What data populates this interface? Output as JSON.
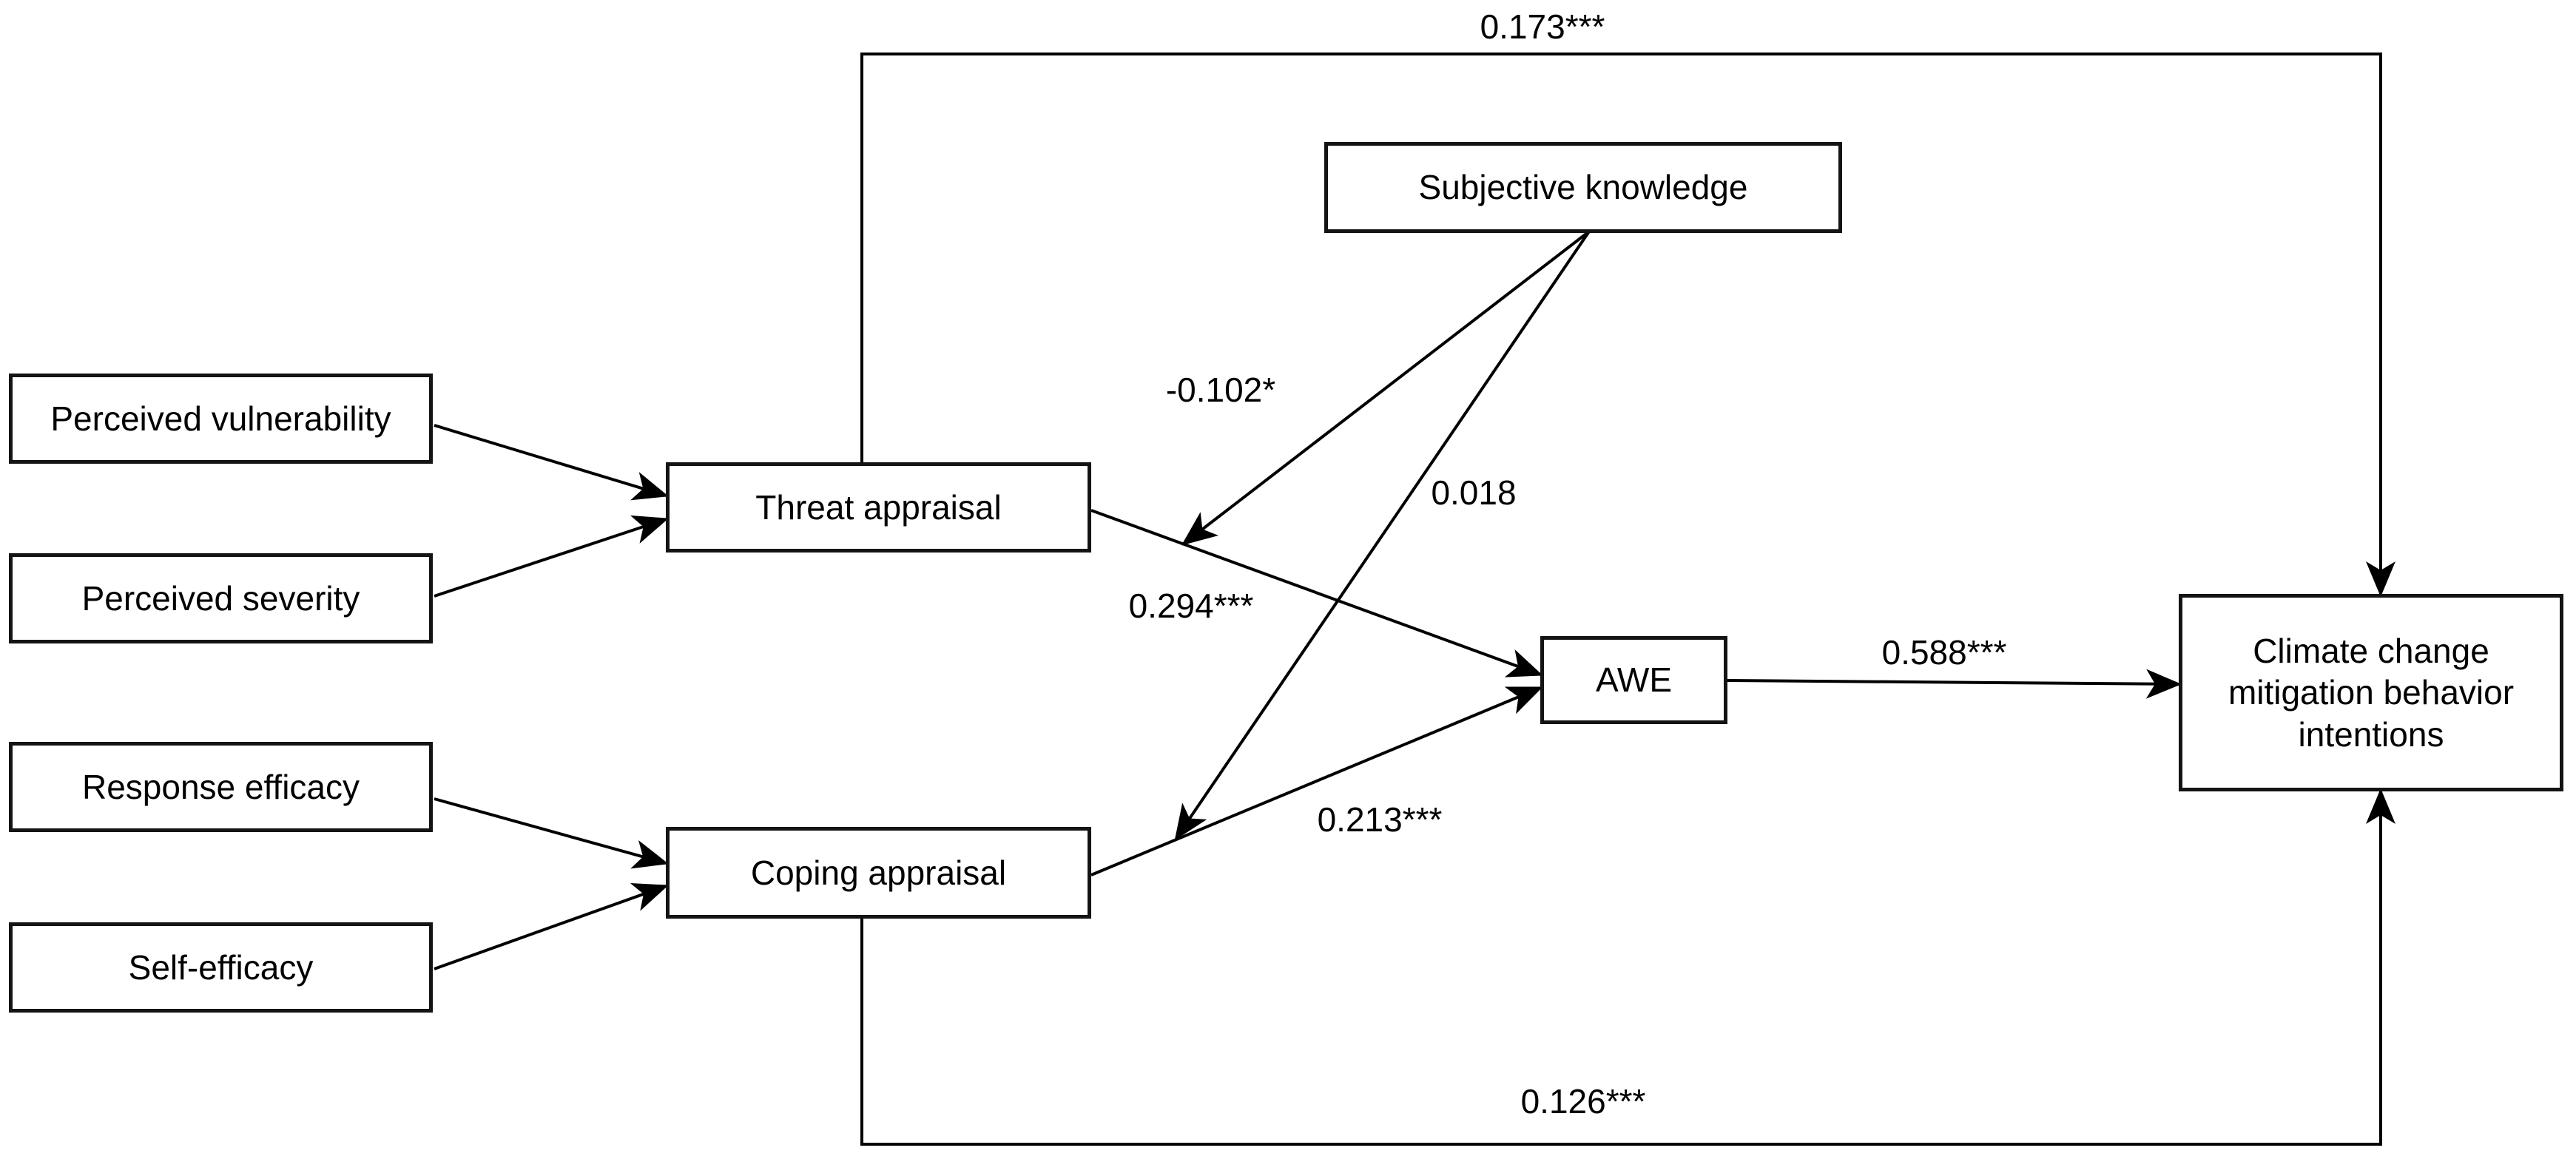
{
  "diagram": {
    "type": "path-model",
    "background": "#ffffff",
    "colors": {
      "line": "#000000",
      "box_border": "#141414",
      "text": "#000000"
    },
    "nodes": [
      {
        "id": "perceived-vulnerability",
        "label": "Perceived vulnerability"
      },
      {
        "id": "perceived-severity",
        "label": "Perceived severity"
      },
      {
        "id": "response-efficacy",
        "label": "Response efficacy"
      },
      {
        "id": "self-efficacy",
        "label": "Self-efficacy"
      },
      {
        "id": "threat-appraisal",
        "label": "Threat appraisal"
      },
      {
        "id": "coping-appraisal",
        "label": "Coping appraisal"
      },
      {
        "id": "subjective-knowledge",
        "label": "Subjective knowledge"
      },
      {
        "id": "awe",
        "label": "AWE"
      },
      {
        "id": "climate-intentions",
        "label": "Climate change mitigation behavior intentions"
      }
    ],
    "edges": [
      {
        "from": "threat-appraisal",
        "to": "climate-intentions",
        "label": "0.173***"
      },
      {
        "from": "subjective-knowledge",
        "to": "threat-appraisal-awe-path",
        "label": "-0.102*"
      },
      {
        "from": "subjective-knowledge",
        "to": "coping-appraisal-awe-path",
        "label": "0.018"
      },
      {
        "from": "threat-appraisal",
        "to": "awe",
        "label": "0.294***"
      },
      {
        "from": "coping-appraisal",
        "to": "awe",
        "label": "0.213***"
      },
      {
        "from": "awe",
        "to": "climate-intentions",
        "label": "0.588***"
      },
      {
        "from": "coping-appraisal",
        "to": "climate-intentions",
        "label": "0.126***"
      },
      {
        "from": "perceived-vulnerability",
        "to": "threat-appraisal",
        "label": ""
      },
      {
        "from": "perceived-severity",
        "to": "threat-appraisal",
        "label": ""
      },
      {
        "from": "response-efficacy",
        "to": "coping-appraisal",
        "label": ""
      },
      {
        "from": "self-efficacy",
        "to": "coping-appraisal",
        "label": ""
      }
    ]
  }
}
